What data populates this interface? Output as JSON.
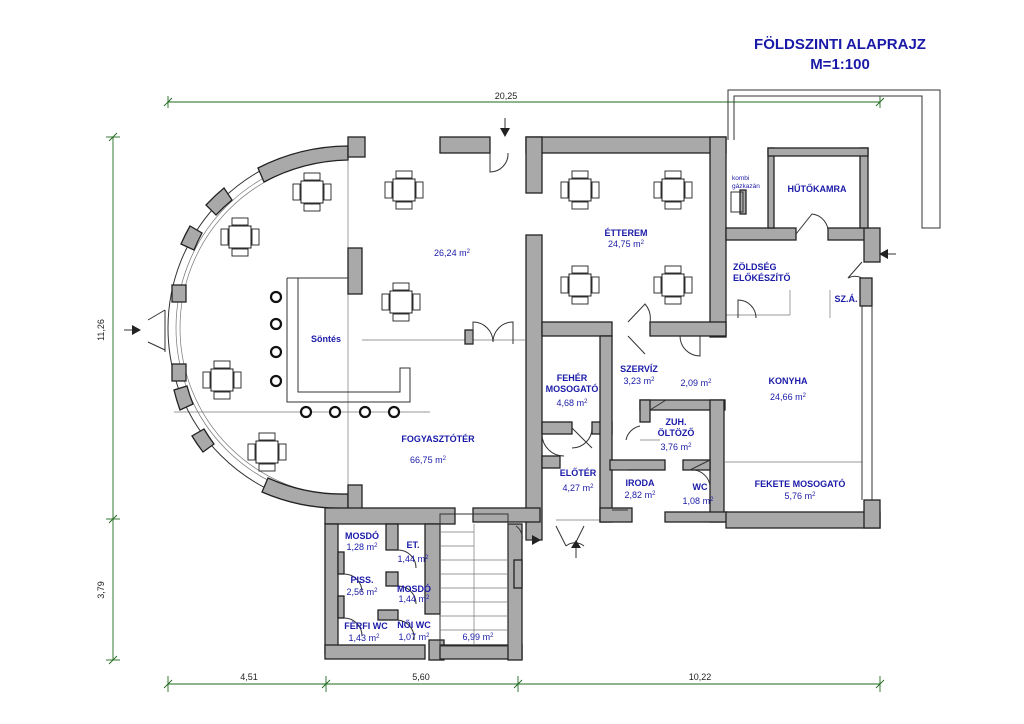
{
  "title": {
    "line1": "FÖLDSZINTI ALAPRAJZ",
    "line2": "M=1:100"
  },
  "dimensions": {
    "top_total": "20,25",
    "left_main": "11,26",
    "left_lower": "3,79",
    "bottom_1": "4,51",
    "bottom_2": "5,60",
    "bottom_3": "10,22"
  },
  "rooms": [
    {
      "name": "",
      "area": "26,24"
    },
    {
      "name": "ÉTTEREM",
      "area": "24,75"
    },
    {
      "name": "HŰTŐKAMRA",
      "area": ""
    },
    {
      "name": "ZÖLDSÉG ELŐKÉSZÍTŐ",
      "name_line1": "ZÖLDSÉG",
      "name_line2": "ELŐKÉSZÍTŐ",
      "area": ""
    },
    {
      "name": "SZ.Á.",
      "area": ""
    },
    {
      "name": "Söntés",
      "area": ""
    },
    {
      "name": "FEHÉR MOSOGATÓ",
      "name_line1": "FEHÉR",
      "name_line2": "MOSOGATÓ",
      "area": "4,68"
    },
    {
      "name": "SZERVÍZ",
      "area": "3,23"
    },
    {
      "name": "",
      "area": "2,09"
    },
    {
      "name": "KONYHA",
      "area": "24,66"
    },
    {
      "name": "ZUH. ÖLTÖZŐ",
      "name_line1": "ZUH.",
      "name_line2": "ÖLTÖZŐ",
      "area": "3,76"
    },
    {
      "name": "FOGYASZTÓTÉR",
      "area": "66,75"
    },
    {
      "name": "ELŐTÉR",
      "area": "4,27"
    },
    {
      "name": "IRODA",
      "area": "2,82"
    },
    {
      "name": "WC",
      "area": "1,08"
    },
    {
      "name": "FEKETE MOSOGATÓ",
      "area": "5,76"
    },
    {
      "name": "MOSDÓ",
      "area": "1,28"
    },
    {
      "name": "ET.",
      "area": "1,44"
    },
    {
      "name": "PISS.",
      "area": "2,56"
    },
    {
      "name": "MOSDÓ",
      "area": "1,44"
    },
    {
      "name": "FÉRFI WC",
      "area": "1,43"
    },
    {
      "name": "NŐI WC",
      "area": "1,07"
    },
    {
      "name": "",
      "area": "6,99"
    }
  ],
  "area_unit": "m",
  "area_unit_sup": "2",
  "note": {
    "line1": "kombi",
    "line2": "gázkazán"
  }
}
